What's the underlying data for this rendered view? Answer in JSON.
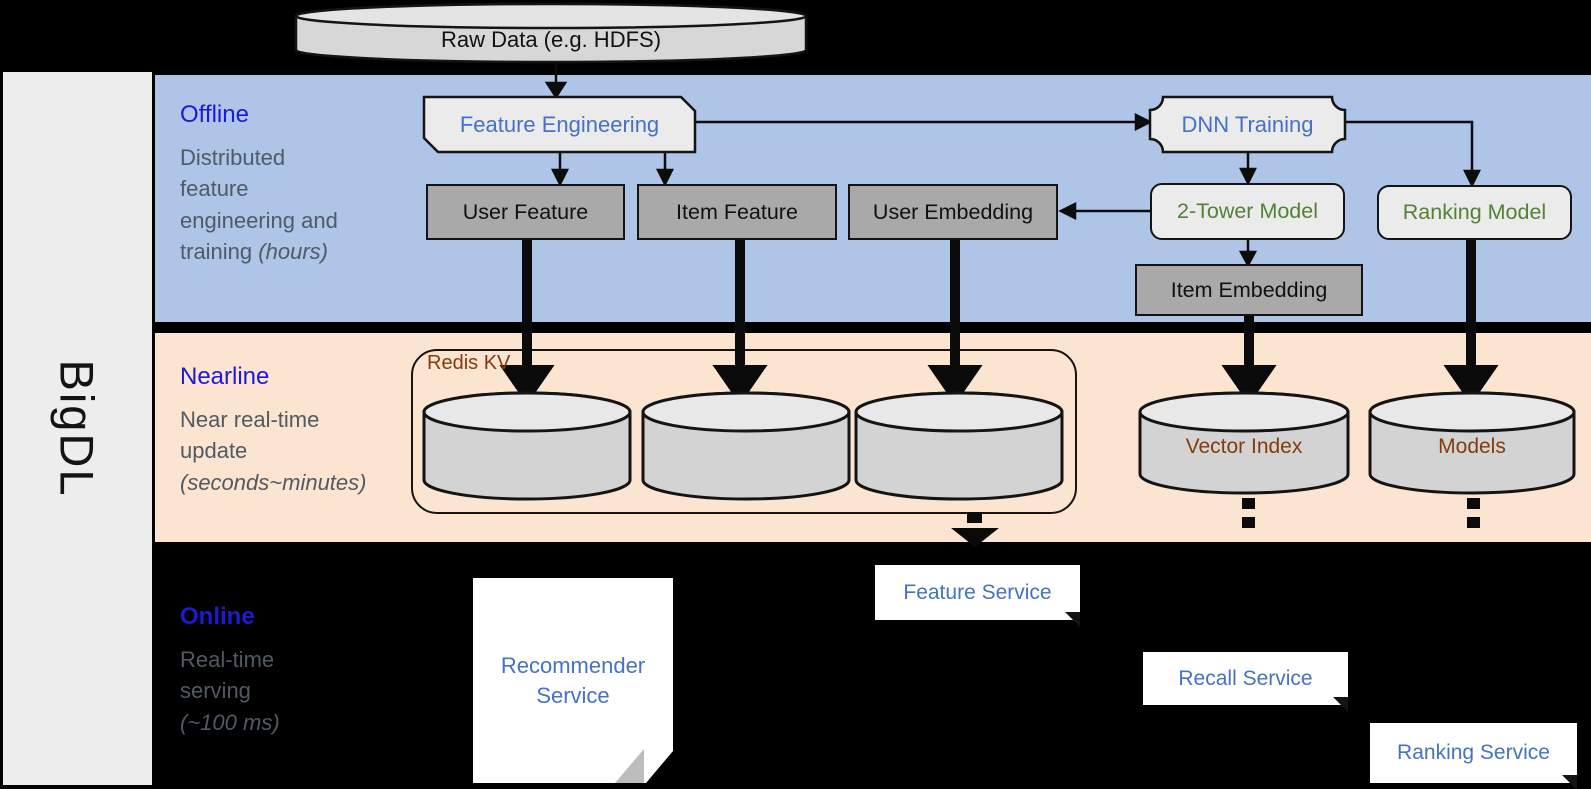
{
  "brand": "BigDL",
  "raw_data": "Raw Data (e.g. HDFS)",
  "sections": {
    "offline": {
      "title": "Offline",
      "description": "Distributed feature engineering and training",
      "note": "(hours)"
    },
    "nearline": {
      "title": "Nearline",
      "description": "Near real-time update",
      "note": "(seconds~minutes)"
    },
    "online": {
      "title": "Online",
      "description": "Real-time serving",
      "note": "(~100 ms)"
    }
  },
  "offline_nodes": {
    "feature_engineering": "Feature Engineering",
    "dnn_training": "DNN Training",
    "user_feature": "User Feature",
    "item_feature": "Item Feature",
    "user_embedding": "User Embedding",
    "two_tower_model": "2-Tower Model",
    "ranking_model": "Ranking Model",
    "item_embedding": "Item Embedding"
  },
  "nearline_nodes": {
    "redis_kv": "Redis KV",
    "vector_index": "Vector Index",
    "models": "Models"
  },
  "online_services": {
    "recommender": "Recommender Service",
    "feature": "Feature Service",
    "recall": "Recall Service",
    "ranking": "Ranking Service"
  },
  "colors": {
    "section_title_blue": "#1b1bd2",
    "node_text_blue": "#4472c4",
    "model_text_green": "#538135",
    "store_text_brown": "#843c0c",
    "offline_band": "#aec5e8",
    "nearline_band": "#fbe4d0",
    "section_body_gray": "#515a64"
  }
}
